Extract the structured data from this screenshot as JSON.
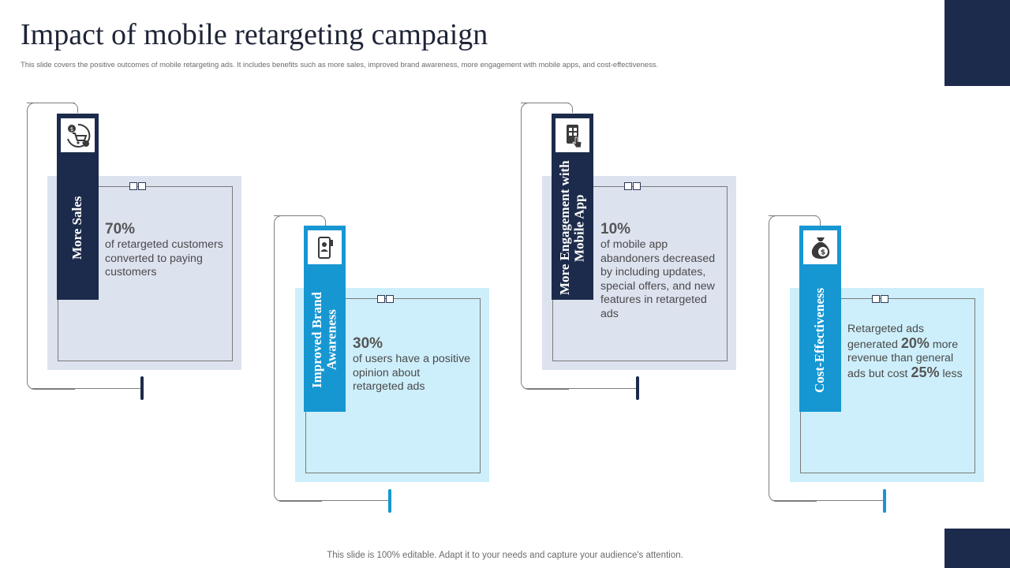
{
  "slide": {
    "title": "Impact of mobile retargeting campaign",
    "subtitle": "This slide covers the positive outcomes of mobile  retargeting ads. It includes benefits such as more sales, improved brand awareness, more engagement with mobile apps, and cost-effectiveness.",
    "footer": "This slide is 100% editable. Adapt it to your needs and capture your audience's attention."
  },
  "colors": {
    "navy": "#1c2b4b",
    "cyan": "#1797d2",
    "panel_gray": "#dde2ef",
    "panel_blue": "#cdeffb"
  },
  "cards": [
    {
      "label": "More Sales",
      "icon": "cart-exchange-icon",
      "percent": "70%",
      "text": "of retargeted customers converted to paying customers"
    },
    {
      "label": "Improved Brand Awareness",
      "icon": "mobile-user-icon",
      "percent": "30%",
      "text": "of users have a positive opinion about retargeted ads"
    },
    {
      "label": "More Engagement with Mobile App",
      "icon": "mobile-tap-icon",
      "percent": "10%",
      "text": "of mobile app abandoners decreased by including updates, special offers, and new features in retargeted ads"
    },
    {
      "label": "Cost-Effectiveness",
      "icon": "money-bag-icon",
      "text_a": "Retargeted ads generated",
      "percent_a": "20%",
      "text_b": "more revenue than general ads but cost",
      "percent_b": "25%",
      "text_c": "less"
    }
  ]
}
